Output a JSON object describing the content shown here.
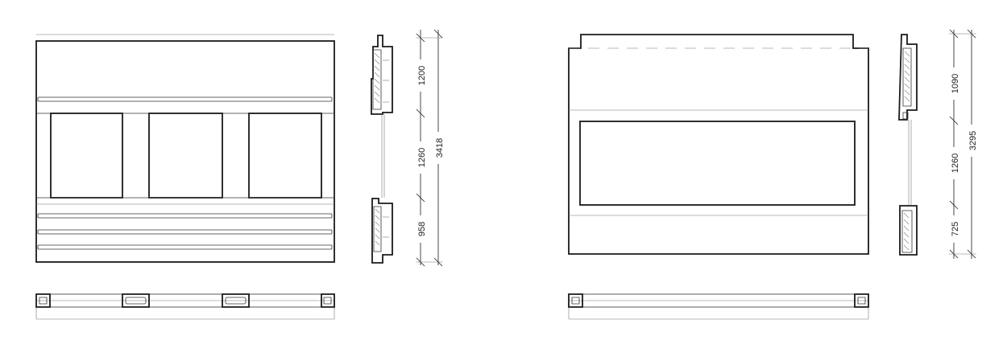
{
  "left_panel": {
    "dimensions": {
      "top_segment": "1200",
      "middle_segment": "1260",
      "bottom_segment": "958",
      "total": "3418"
    }
  },
  "right_panel": {
    "dimensions": {
      "top_segment": "1090",
      "middle_segment": "1260",
      "bottom_segment": "725",
      "total": "3295"
    }
  }
}
